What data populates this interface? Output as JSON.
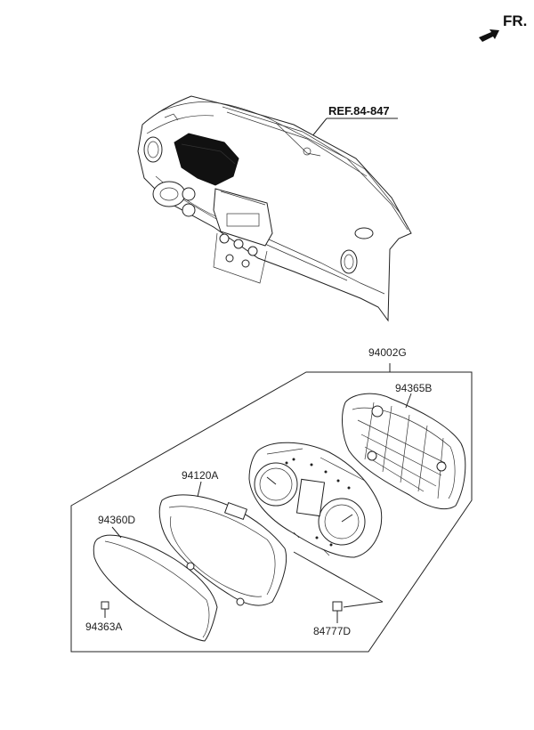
{
  "direction": {
    "label": "FR.",
    "icon": "front-direction-arrow-icon"
  },
  "reference": {
    "label": "REF.84-847"
  },
  "parts": {
    "assembly": "94002G",
    "back_housing": "94365B",
    "gauge_panel": "94120A",
    "lens_window": "94360D",
    "window_clip": "94363A",
    "screw": "84777D"
  }
}
